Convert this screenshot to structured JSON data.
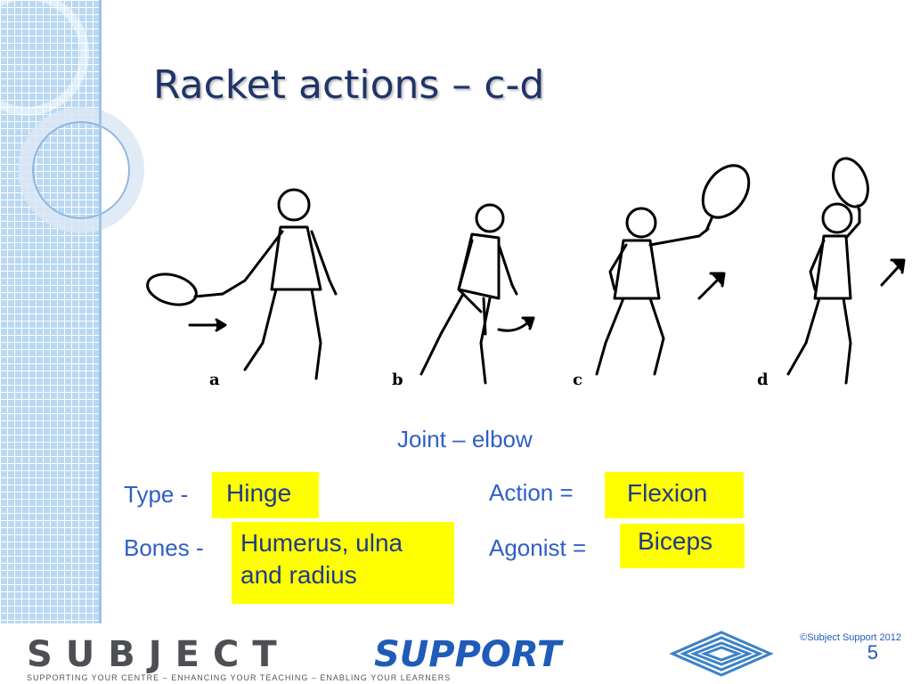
{
  "slide": {
    "title": "Racket actions – c-d"
  },
  "figure": {
    "labels": [
      "a",
      "b",
      "c",
      "d"
    ]
  },
  "content": {
    "joint": "Joint – elbow",
    "type_label": "Type -",
    "type_answer": "Hinge",
    "bones_label": "Bones -",
    "bones_answer_line1": "Humerus, ulna",
    "bones_answer_line2": "and radius",
    "action_label": "Action =",
    "action_answer": "Flexion",
    "agonist_label": "Agonist =",
    "agonist_answer": "Biceps"
  },
  "footer": {
    "logo_subject": "SUBJECT",
    "logo_support": "SUPPORT",
    "tagline": "Supporting your centre – enhancing your teaching – enabling your learners",
    "copyright": "©Subject Support 2012",
    "page_number": "5"
  },
  "colors": {
    "title": "#1f3468",
    "body_text": "#2f5fc6",
    "highlight": "#ffff00",
    "sidebar": "#b9d8f3",
    "support_blue": "#1f5bb8"
  }
}
